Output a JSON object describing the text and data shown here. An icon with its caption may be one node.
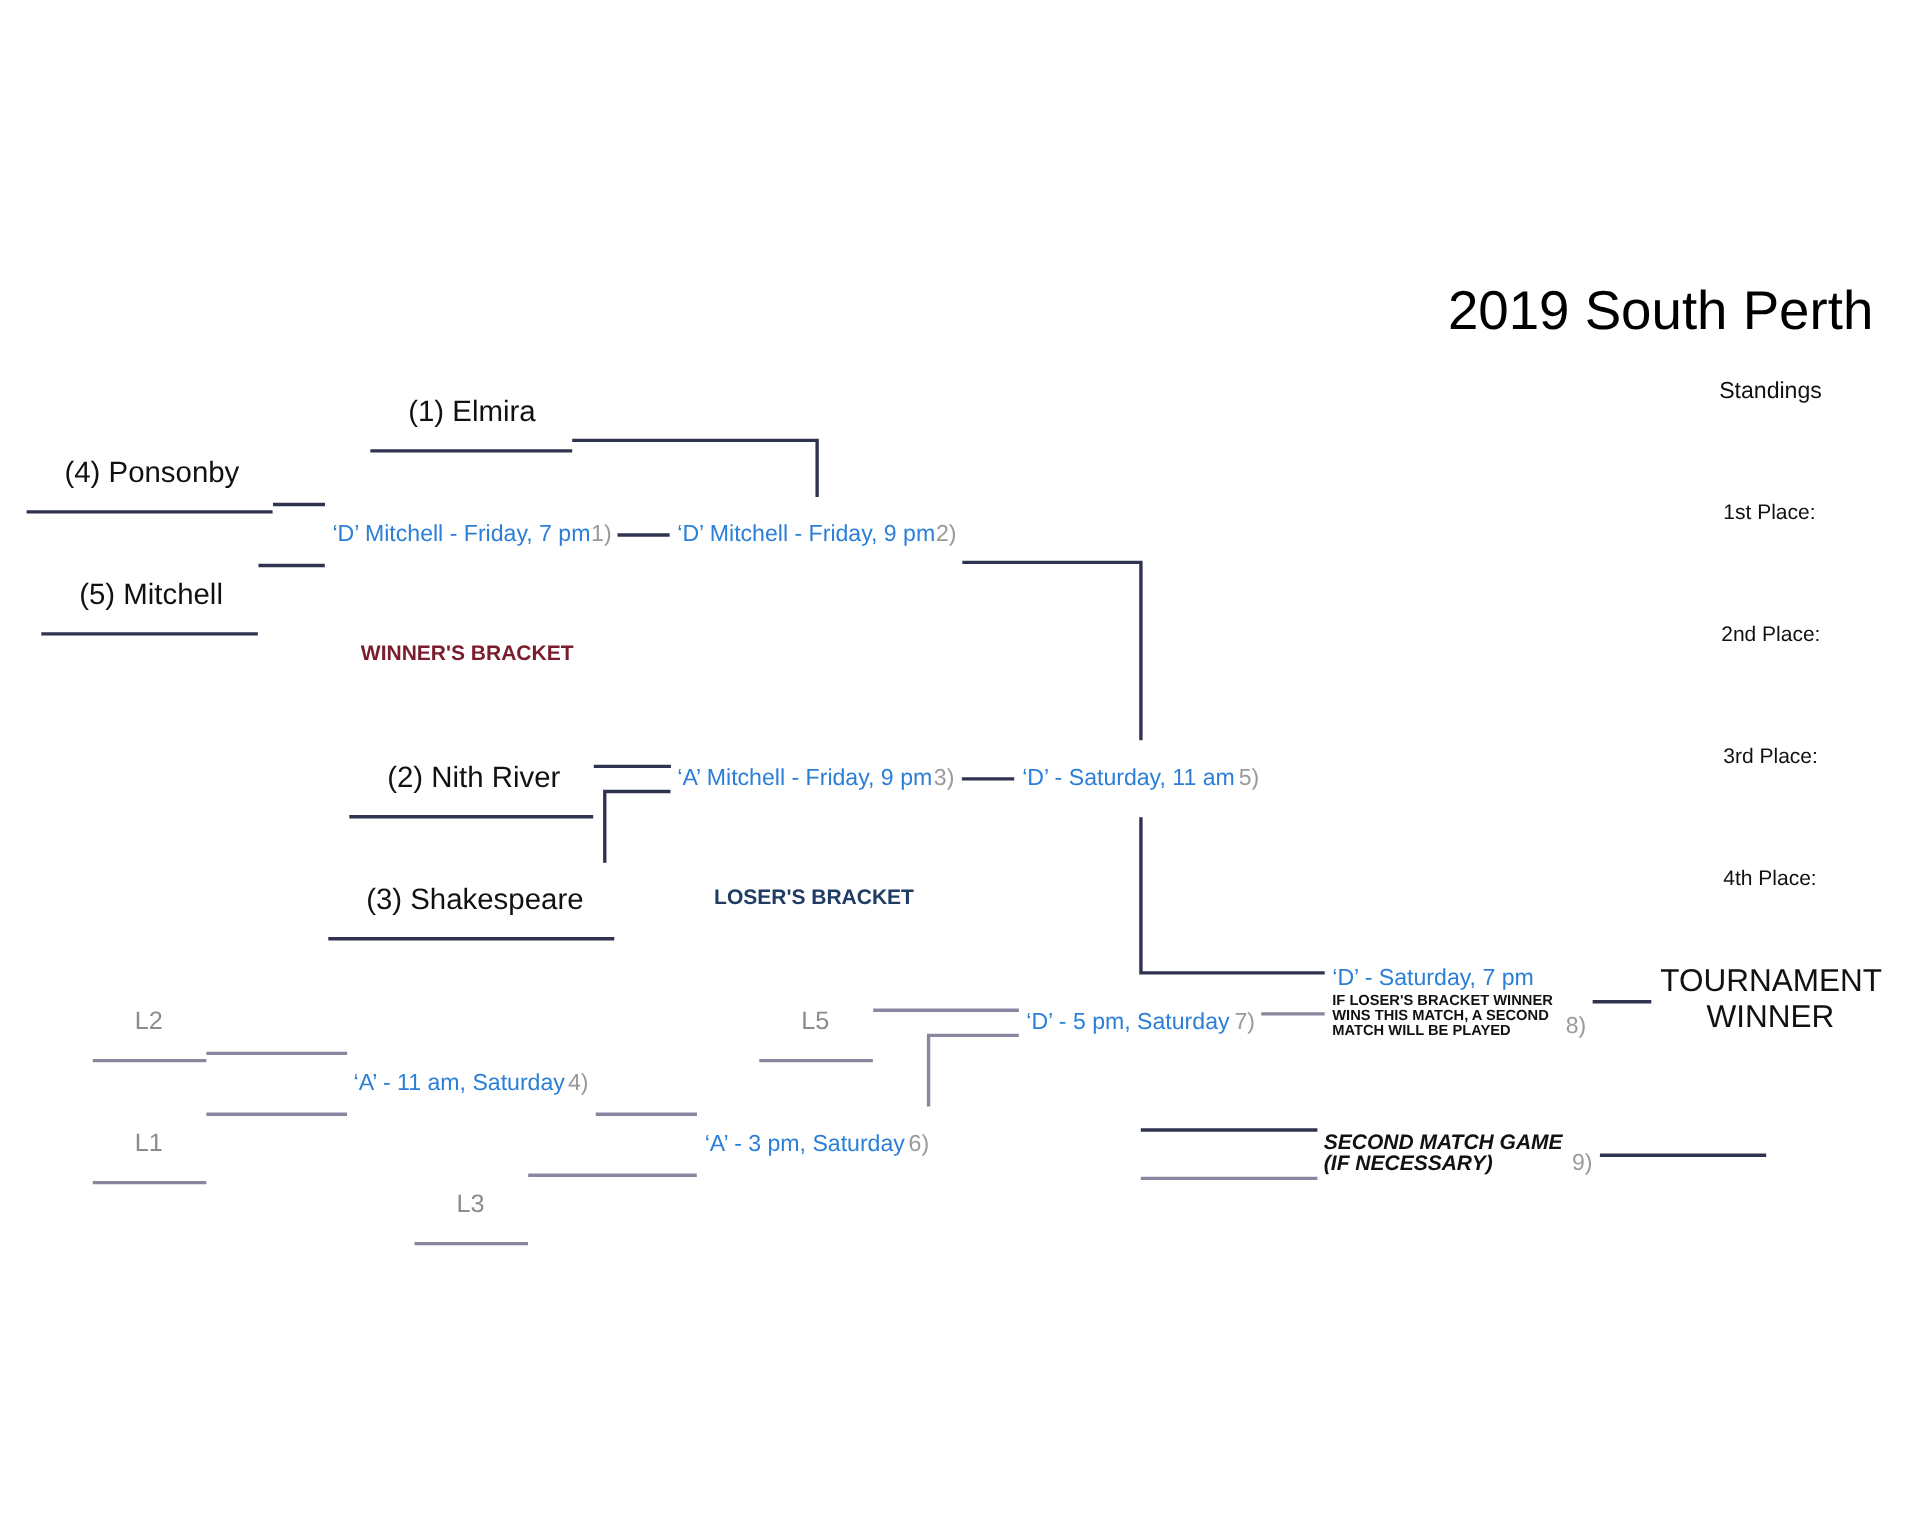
{
  "diagram": {
    "title": "2019 South Perth",
    "nodes": [
      {
        "text": [
          "(1) Elmira"
        ]
      },
      {
        "text": [
          "‘D’ Mitchell - Friday, 9 pm",
          "2)"
        ]
      },
      {
        "text": [
          "(4) Ponsonby"
        ]
      },
      {
        "text": [
          "‘D’ Mitchell - Friday, 7 pm",
          "1)"
        ]
      },
      {
        "text": [
          "(5) Mitchell"
        ]
      },
      {
        "text": [
          "‘D’ - Saturday, 11 am",
          "5)"
        ]
      },
      {
        "text": [
          "(2) Nith River"
        ]
      },
      {
        "text": [
          "‘A’ Mitchell - Friday, 9 pm",
          "3)"
        ]
      },
      {
        "text": [
          "(3) Shakespeare"
        ]
      },
      {
        "text": [
          "‘D’ - Saturday, 7 pm",
          "IF LOSER'S BRACKET WINNER WINS THIS MATCH, A SECOND MATCH WILL BE PLAYED",
          "8)"
        ]
      },
      {
        "text": [
          "TOURNAMENT WINNER"
        ]
      },
      {
        "text": [
          "L5"
        ]
      },
      {
        "text": [
          "L2"
        ]
      },
      {
        "text": [
          "‘A’ - 11 am, Saturday",
          "4)"
        ]
      },
      {
        "text": [
          "‘D’ - 5 pm, Saturday",
          "7)"
        ]
      },
      {
        "text": [
          "L1"
        ]
      },
      {
        "text": [
          "‘A’ - 3 pm, Saturday",
          "6)"
        ]
      },
      {
        "text": [
          "L3"
        ]
      },
      {
        "text": [
          "SECOND MATCH GAME (IF NECESSARY)",
          "9)"
        ]
      }
    ],
    "edges": [
      {
        "from": 0,
        "to": 1,
        "arrow": "none"
      },
      {
        "from": 3,
        "to": 1,
        "arrow": "none"
      },
      {
        "from": 2,
        "to": 3,
        "arrow": "none"
      },
      {
        "from": 4,
        "to": 3,
        "arrow": "none"
      },
      {
        "from": 1,
        "to": 5,
        "arrow": "none"
      },
      {
        "from": 7,
        "to": 5,
        "arrow": "none"
      },
      {
        "from": 6,
        "to": 7,
        "arrow": "none"
      },
      {
        "from": 8,
        "to": 7,
        "arrow": "none"
      },
      {
        "from": 5,
        "to": 9,
        "arrow": "none"
      },
      {
        "from": 14,
        "to": 9,
        "arrow": "none",
        "color": "#8a86a0"
      },
      {
        "from": 9,
        "to": 10,
        "arrow": "none"
      },
      {
        "from": 11,
        "to": 14,
        "arrow": "none",
        "color": "#8a86a0"
      },
      {
        "from": 12,
        "to": 13,
        "arrow": "none",
        "color": "#8a86a0"
      },
      {
        "from": 15,
        "to": 13,
        "arrow": "none",
        "color": "#8a86a0"
      },
      {
        "from": 13,
        "to": 16,
        "arrow": "none",
        "color": "#8a86a0"
      },
      {
        "from": 17,
        "to": 16,
        "arrow": "none",
        "color": "#8a86a0"
      },
      {
        "from": 16,
        "to": 14,
        "arrow": "none",
        "color": "#8a86a0"
      },
      {
        "from": null,
        "to": 18,
        "arrow": "none"
      },
      {
        "from": null,
        "to": 18,
        "arrow": "none",
        "color": "#8a86a0"
      },
      {
        "from": 18,
        "to": null,
        "arrow": "none"
      }
    ],
    "labels": [
      "WINNER'S BRACKET",
      "LOSER'S BRACKET",
      "Standings",
      "1st Place:",
      "2nd Place:",
      "3rd Place:",
      "4th Place:"
    ]
  }
}
